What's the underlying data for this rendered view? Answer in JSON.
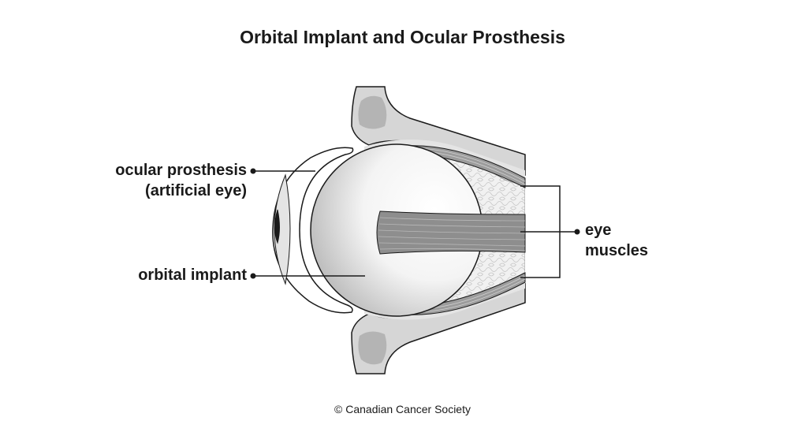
{
  "title": "Orbital Implant and Ocular Prosthesis",
  "labels": {
    "prosthesis_line1": "ocular prosthesis",
    "prosthesis_line2": "(artificial eye)",
    "implant": "orbital implant",
    "muscles_line1": "eye",
    "muscles_line2": "muscles"
  },
  "credit": "© Canadian Cancer Society",
  "colors": {
    "bone": "#d4d4d4",
    "tissue": "#e6e6e6",
    "fat": "#f0f0f0",
    "muscle": "#9a9a9a",
    "line": "#1a1a1a"
  }
}
